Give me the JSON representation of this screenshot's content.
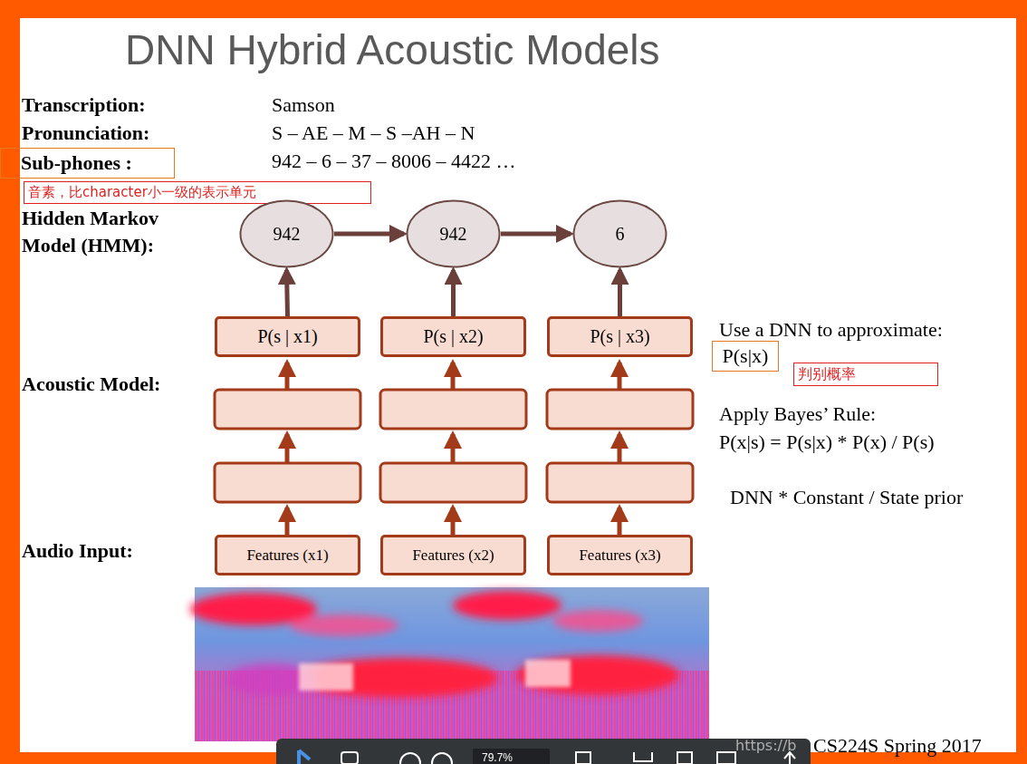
{
  "diagram": {
    "title": "DNN Hybrid Acoustic Models",
    "nodes": [
      {
        "text": [
          "Sub-phones :"
        ]
      },
      {
        "text": [
          "音素，比character小一级的表示单元"
        ]
      },
      {
        "text": [
          "942"
        ]
      },
      {
        "text": [
          "942"
        ]
      },
      {
        "text": [
          "6"
        ]
      },
      {
        "text": [
          "P(s | x1)"
        ]
      },
      {
        "text": [
          "P(s | x2)"
        ]
      },
      {
        "text": [
          "P(s | x3)"
        ]
      },
      {
        "text": [
          "Features (x1)"
        ]
      },
      {
        "text": [
          "Features (x2)"
        ]
      },
      {
        "text": [
          "Features (x3)"
        ]
      },
      {
        "text": [
          "P(s|x)"
        ]
      },
      {
        "text": [
          "判别概率"
        ]
      }
    ],
    "edges": [
      {
        "from": 2,
        "to": 3,
        "arrow": "to"
      },
      {
        "from": 3,
        "to": 4,
        "arrow": "to"
      },
      {
        "from": 5,
        "to": 2,
        "arrow": "to"
      },
      {
        "from": 6,
        "to": 3,
        "arrow": "to"
      },
      {
        "from": 7,
        "to": 4,
        "arrow": "to"
      }
    ],
    "labels": [
      "Transcription:",
      "Samson",
      "Pronunciation:",
      "S – AE – M – S –AH – N",
      "942 – 6 – 37 – 8006 – 4422 …",
      "Hidden Markov Model (HMM):",
      "Acoustic Model:",
      "Audio Input:",
      "Use a DNN to approximate:",
      "Apply Bayes’ Rule:",
      "P(x|s) = P(s|x) * P(x) / P(s)",
      "DNN * Constant / State prior",
      "https://b",
      "CS224S Spring 2017",
      "79.7%"
    ]
  }
}
